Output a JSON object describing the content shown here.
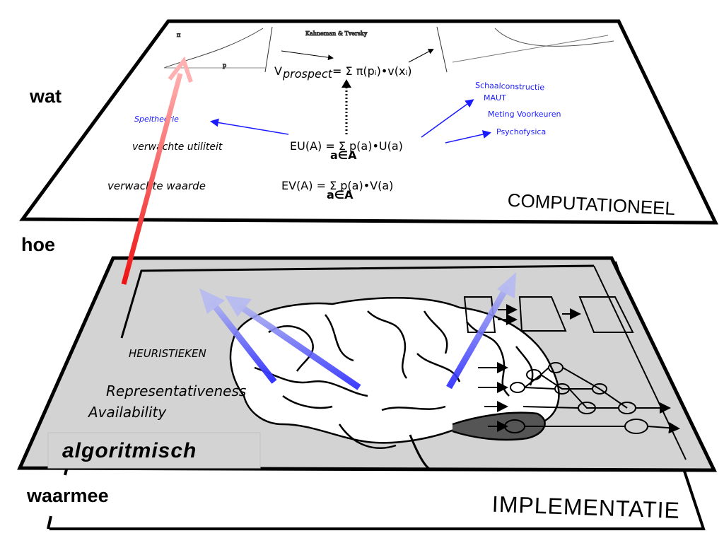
{
  "side_labels": {
    "wat": "wat",
    "hoe": "hoe",
    "waarmee": "waarmee"
  },
  "computational": {
    "label": "COMPUTATIONEEL",
    "top_reference": "Kahneman & Tversky",
    "prospect_formula_lhs": "V",
    "prospect_formula_sub": "prospect",
    "prospect_formula_rhs": "= Σ π(pᵢ)•v(xᵢ)",
    "utility_label": "verwachte utiliteit",
    "utility_formula": "EU(A) = Σ p(a)•U(a)",
    "value_label": "verwachte waarde",
    "value_formula": "EV(A) = Σ p(a)•V(a)",
    "sum_subscript": "a∈A",
    "spelt_label": "Speltheorie",
    "right_items": [
      "Schaalconstructie",
      "MAUT",
      "Meting Voorkeuren",
      "Psychofysica"
    ]
  },
  "algorithmic": {
    "label": "algoritmisch",
    "heuristics_title": "HEURISTIEKEN",
    "heuristics": [
      "Representativeness",
      "Availability"
    ]
  },
  "implementation": {
    "label": "IMPLEMENTATIE"
  },
  "colors": {
    "blue_arrow": "#3333ff",
    "red_arrow": "#ee1111",
    "plane_gray": "#d3d3d3"
  }
}
